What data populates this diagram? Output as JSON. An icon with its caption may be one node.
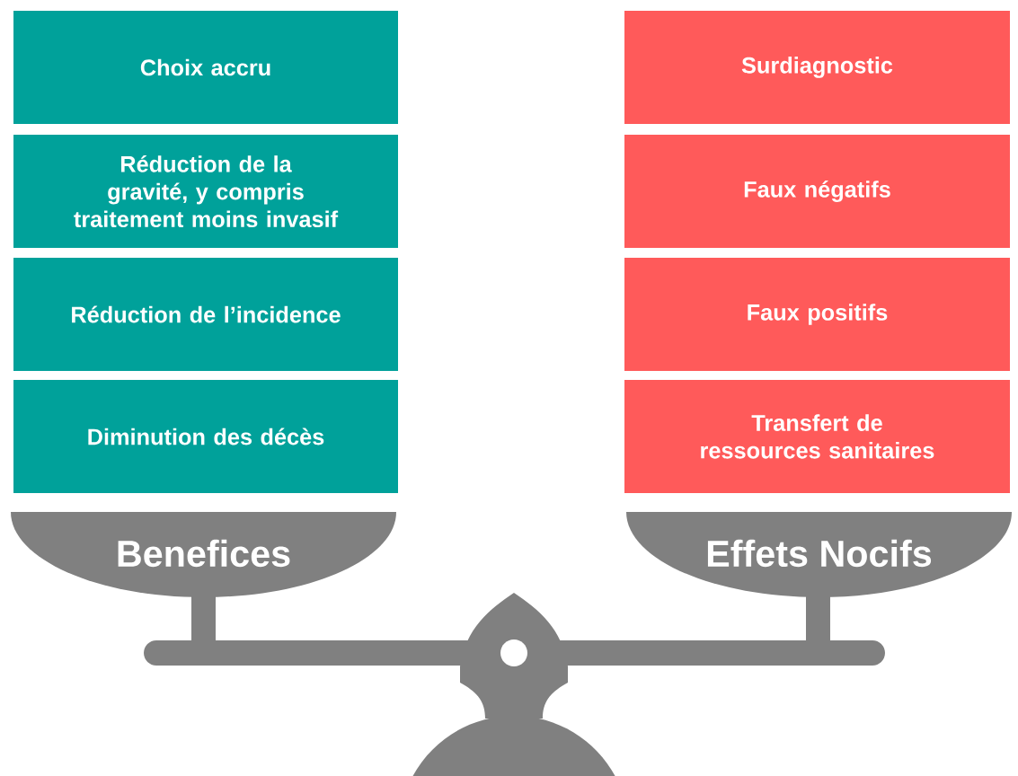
{
  "diagram": {
    "nodes": [
      {
        "text": [
          "Choix accru"
        ]
      },
      {
        "text": [
          "Réduction de la gravité, y compris traitement moins invasif"
        ]
      },
      {
        "text": [
          "Réduction de l’incidence"
        ]
      },
      {
        "text": [
          "Diminution des décès"
        ]
      },
      {
        "text": [
          "Surdiagnostic"
        ]
      },
      {
        "text": [
          "Faux négatifs"
        ]
      },
      {
        "text": [
          "Faux positifs"
        ]
      },
      {
        "text": [
          "Transfert de ressources sanitaires"
        ]
      },
      {
        "text": [
          "Benefices"
        ]
      },
      {
        "text": [
          "Effets Nocifs"
        ]
      }
    ]
  }
}
